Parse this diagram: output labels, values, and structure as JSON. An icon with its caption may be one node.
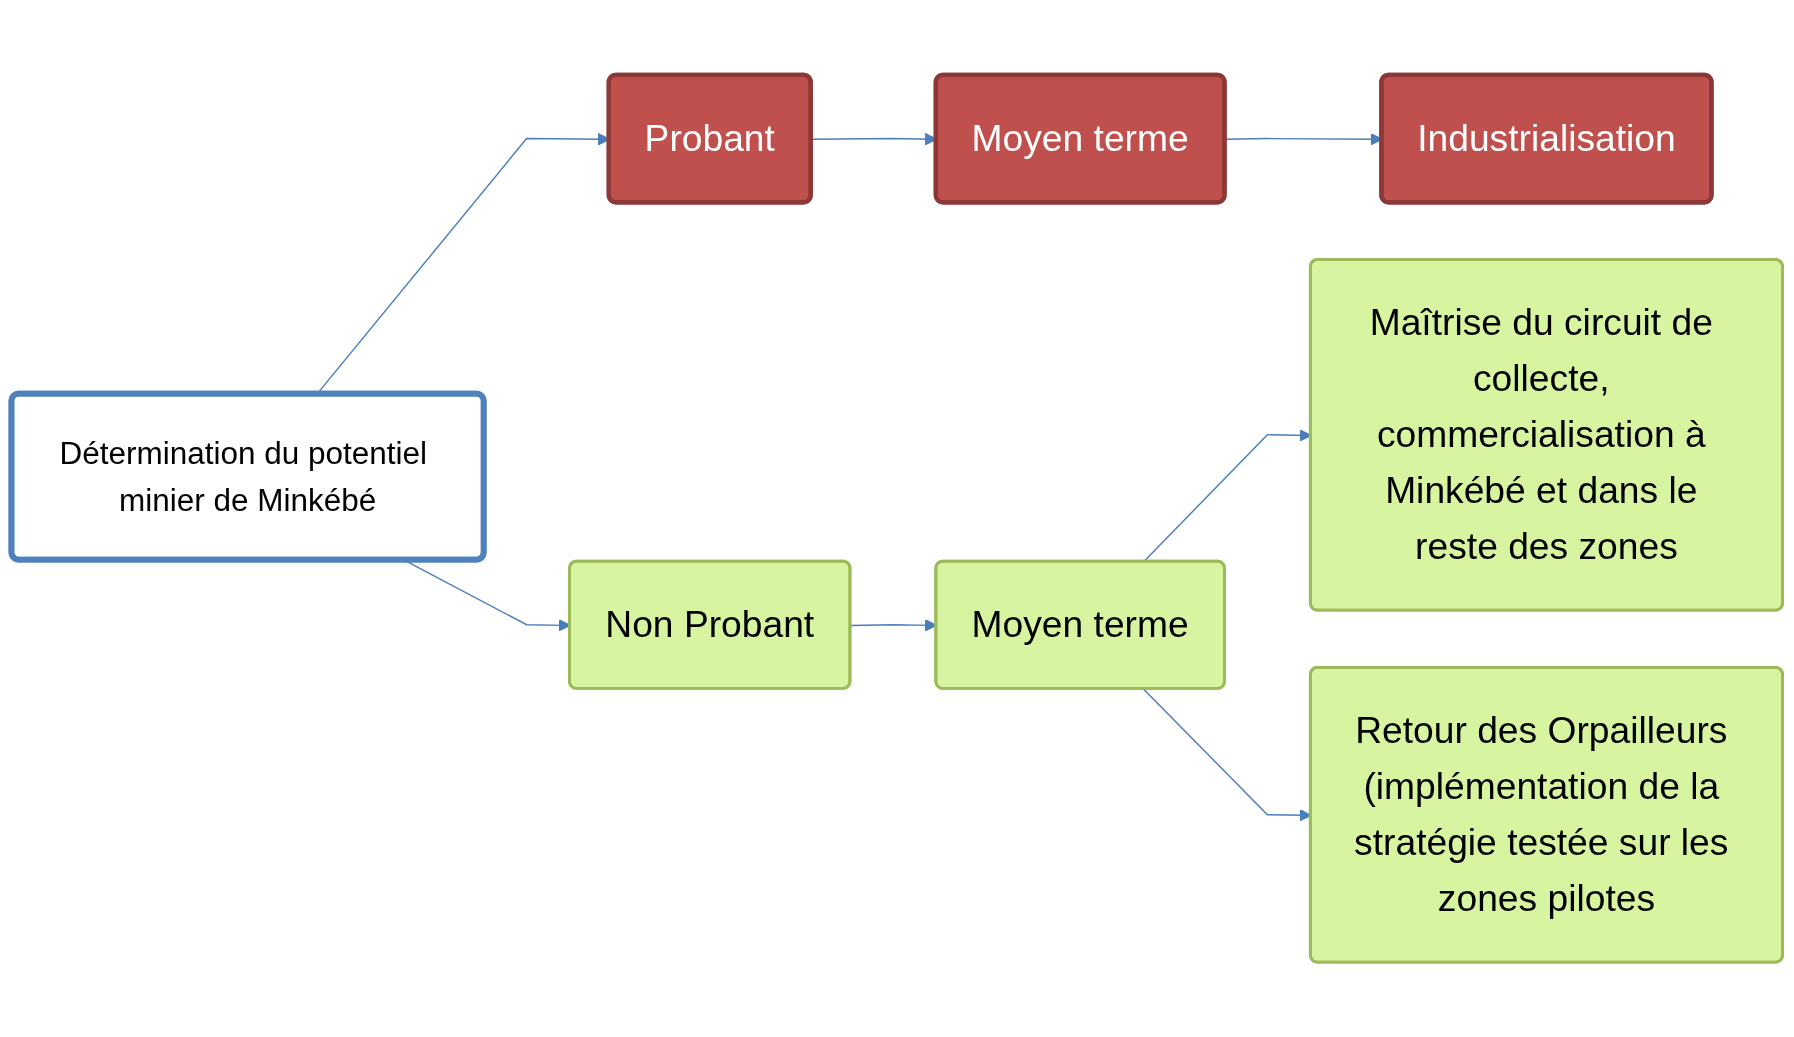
{
  "diagram": {
    "nodes": [
      {
        "text": [
          "Détermination du potentiel minier de Minkébé"
        ]
      },
      {
        "text": [
          "Probant"
        ]
      },
      {
        "text": [
          "Moyen terme"
        ]
      },
      {
        "text": [
          "Industrialisation"
        ]
      },
      {
        "text": [
          "Non Probant"
        ]
      },
      {
        "text": [
          "Moyen terme"
        ]
      },
      {
        "text": [
          "Maîtrise du circuit de collecte, commercialisation à Minkébé et dans le reste des zones"
        ]
      },
      {
        "text": [
          "Retour des Orpailleurs (implémentation de la stratégie testée sur les zones pilotes"
        ]
      }
    ],
    "edges": [
      {
        "from": 0,
        "to": 1,
        "arrow": "to"
      },
      {
        "from": 1,
        "to": 2,
        "arrow": "to"
      },
      {
        "from": 2,
        "to": 3,
        "arrow": "to"
      },
      {
        "from": 0,
        "to": 4,
        "arrow": "to"
      },
      {
        "from": 4,
        "to": 5,
        "arrow": "to"
      },
      {
        "from": 5,
        "to": 6,
        "arrow": "to"
      },
      {
        "from": 5,
        "to": 7,
        "arrow": "to"
      }
    ]
  }
}
